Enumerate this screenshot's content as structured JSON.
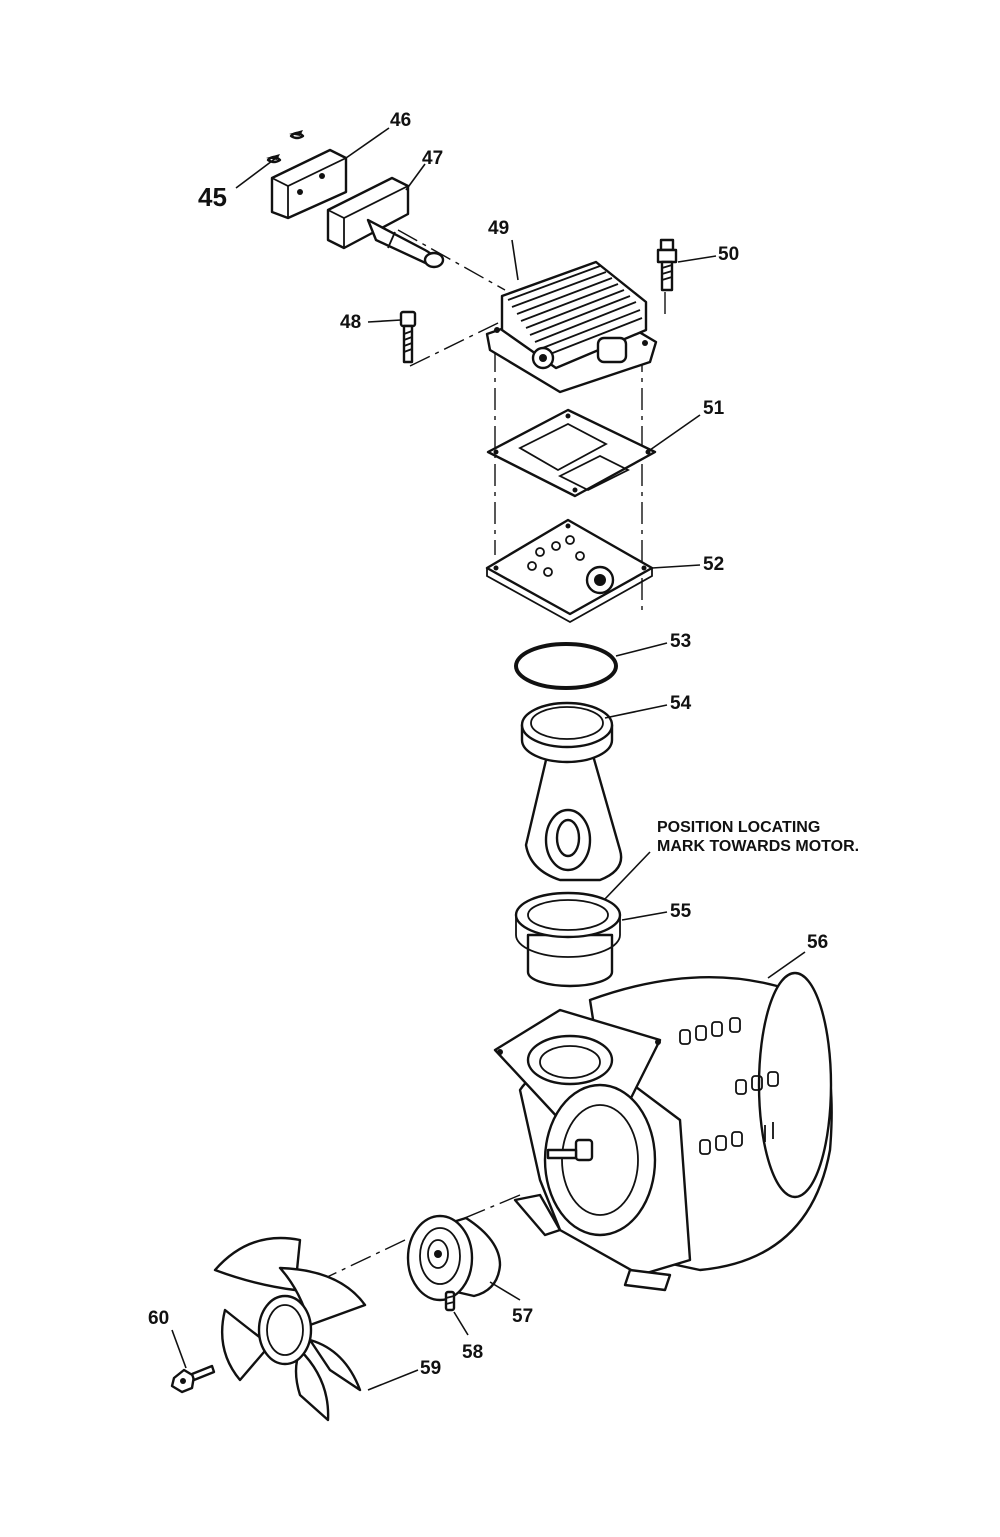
{
  "note": {
    "line1": "POSITION LOCATING",
    "line2": "MARK TOWARDS MOTOR."
  },
  "callouts": [
    {
      "id": "45",
      "label": "45"
    },
    {
      "id": "46",
      "label": "46"
    },
    {
      "id": "47",
      "label": "47"
    },
    {
      "id": "48",
      "label": "48"
    },
    {
      "id": "49",
      "label": "49"
    },
    {
      "id": "50",
      "label": "50"
    },
    {
      "id": "51",
      "label": "51"
    },
    {
      "id": "52",
      "label": "52"
    },
    {
      "id": "53",
      "label": "53"
    },
    {
      "id": "54",
      "label": "54"
    },
    {
      "id": "55",
      "label": "55"
    },
    {
      "id": "56",
      "label": "56"
    },
    {
      "id": "57",
      "label": "57"
    },
    {
      "id": "58",
      "label": "58"
    },
    {
      "id": "59",
      "label": "59"
    },
    {
      "id": "60",
      "label": "60"
    }
  ]
}
